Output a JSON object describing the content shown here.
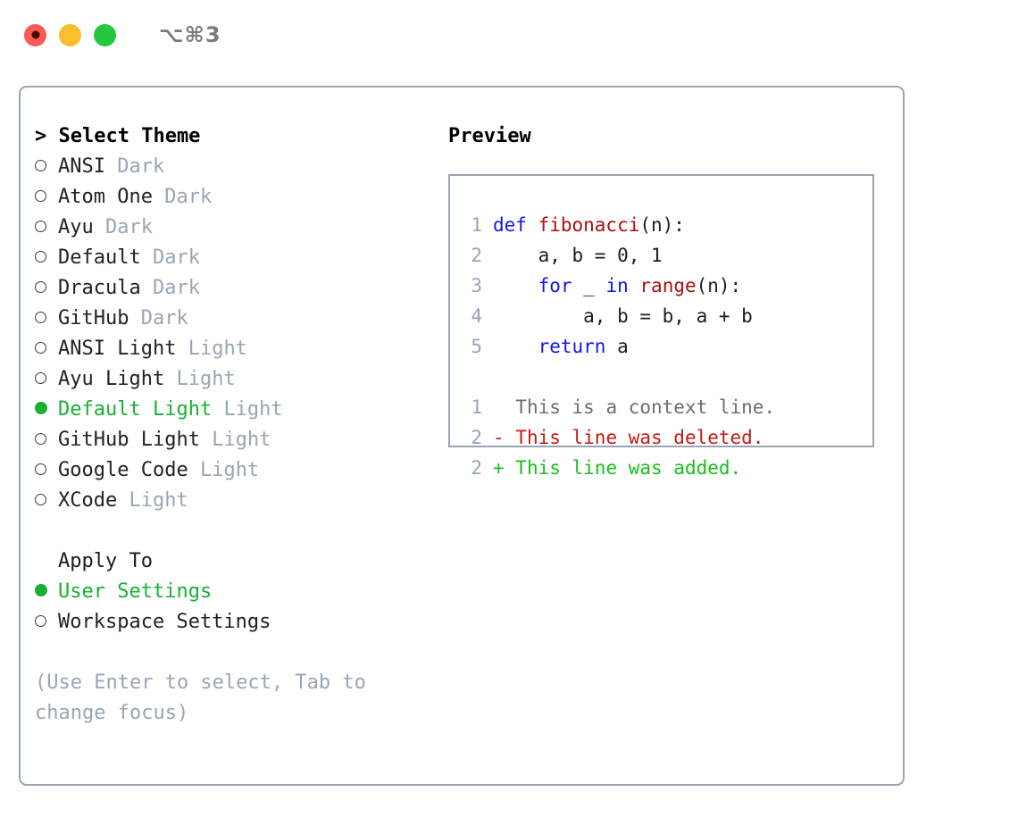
{
  "titlebar": {
    "shortcut": "⌥⌘3",
    "buttons": [
      {
        "name": "close",
        "color": "#fb5a55"
      },
      {
        "name": "minimize",
        "color": "#fbbe2f"
      },
      {
        "name": "maximize",
        "color": "#25c73f"
      }
    ]
  },
  "theme_panel": {
    "header": "> Select Theme",
    "items": [
      {
        "marker": "○",
        "name": "ANSI",
        "variant": "Dark",
        "selected": false
      },
      {
        "marker": "○",
        "name": "Atom One",
        "variant": "Dark",
        "selected": false
      },
      {
        "marker": "○",
        "name": "Ayu",
        "variant": "Dark",
        "selected": false
      },
      {
        "marker": "○",
        "name": "Default",
        "variant": "Dark",
        "selected": false
      },
      {
        "marker": "○",
        "name": "Dracula",
        "variant": "Dark",
        "selected": false
      },
      {
        "marker": "○",
        "name": "GitHub",
        "variant": "Dark",
        "selected": false
      },
      {
        "marker": "○",
        "name": "ANSI Light",
        "variant": "Light",
        "selected": false
      },
      {
        "marker": "○",
        "name": "Ayu Light",
        "variant": "Light",
        "selected": false
      },
      {
        "marker": "●",
        "name": "Default Light",
        "variant": "Light",
        "selected": true
      },
      {
        "marker": "○",
        "name": "GitHub Light",
        "variant": "Light",
        "selected": false
      },
      {
        "marker": "○",
        "name": "Google Code",
        "variant": "Light",
        "selected": false
      },
      {
        "marker": "○",
        "name": "XCode",
        "variant": "Light",
        "selected": false
      }
    ]
  },
  "apply_to": {
    "header": "Apply To",
    "items": [
      {
        "marker": "●",
        "label": "User Settings",
        "selected": true
      },
      {
        "marker": "○",
        "label": "Workspace Settings",
        "selected": false
      }
    ]
  },
  "hint": "(Use Enter to select, Tab to change focus)",
  "preview": {
    "title": "Preview",
    "code_lines": [
      {
        "no": "1",
        "tokens": [
          {
            "t": "def ",
            "c": "kw"
          },
          {
            "t": "fibonacci",
            "c": "fn"
          },
          {
            "t": "(n):",
            "c": "plain"
          }
        ]
      },
      {
        "no": "2",
        "tokens": [
          {
            "t": "    a, b = 0, 1",
            "c": "plain"
          }
        ]
      },
      {
        "no": "3",
        "tokens": [
          {
            "t": "    ",
            "c": "plain"
          },
          {
            "t": "for",
            "c": "kw"
          },
          {
            "t": " _ ",
            "c": "plain"
          },
          {
            "t": "in",
            "c": "kw"
          },
          {
            "t": " ",
            "c": "plain"
          },
          {
            "t": "range",
            "c": "fn"
          },
          {
            "t": "(n):",
            "c": "plain"
          }
        ]
      },
      {
        "no": "4",
        "tokens": [
          {
            "t": "        a, b = b, a + b",
            "c": "plain"
          }
        ]
      },
      {
        "no": "5",
        "tokens": [
          {
            "t": "    ",
            "c": "plain"
          },
          {
            "t": "return",
            "c": "kw"
          },
          {
            "t": " a",
            "c": "plain"
          }
        ]
      }
    ],
    "diff_lines": [
      {
        "no": "1",
        "sign": "  ",
        "text": "This is a context line.",
        "kind": "ctx"
      },
      {
        "no": "2",
        "sign": "- ",
        "text": "This line was deleted.",
        "kind": "del"
      },
      {
        "no": "2",
        "sign": "+ ",
        "text": "This line was added.",
        "kind": "add"
      }
    ]
  },
  "colors": {
    "selected_green": "#17b032",
    "dim_gray": "#9aa5b4",
    "keyword_blue": "#1016e8",
    "function_red": "#a81010",
    "diff_delete": "#c41a14",
    "diff_add": "#17c017",
    "border": "#9aa5b4"
  }
}
